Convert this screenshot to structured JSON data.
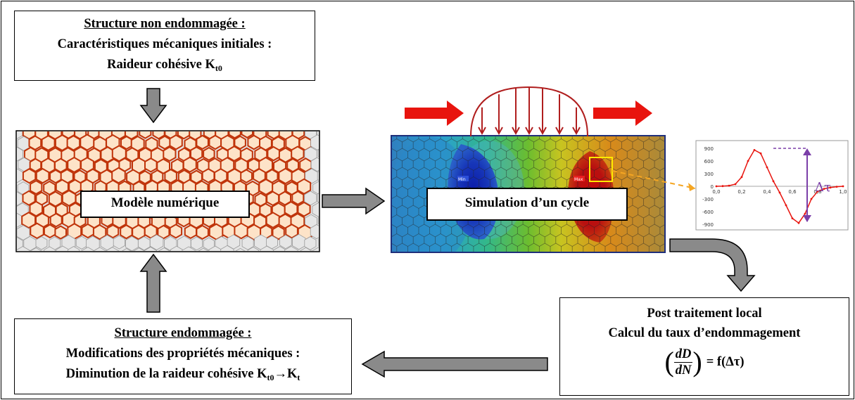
{
  "colors": {
    "mesh_stroke": "#c0340a",
    "mesh_fill": "#fde3c8",
    "arrow_gray": "#8a8a8a",
    "load_red": "#e8140e",
    "load_dark": "#b01e1e",
    "dashed_orange": "#f5a623",
    "delta_purple": "#7b3fa8"
  },
  "box_initial": {
    "title": "Structure non endommagée :",
    "line2": "Caractéristiques mécaniques initiales :",
    "line3_text": "Raideur cohésive K",
    "line3_sub": "t0"
  },
  "model_label": "Modèle numérique",
  "simulation_label": "Simulation d’un cycle",
  "plot_labels": {
    "max": "Max",
    "min": "Min"
  },
  "box_post": {
    "line1": "Post traitement local",
    "line2": "Calcul du taux d’endommagement",
    "formula_num": "dD",
    "formula_den": "dN",
    "formula_rhs": "= f(Δτ)"
  },
  "box_damaged": {
    "title": "Structure endommagée :",
    "line2": "Modifications des propriétés mécaniques :",
    "line3_text": "Diminution de la raideur cohésive K",
    "line3_sub1": "t0",
    "line3_arrow": "→",
    "line3_k": "K",
    "line3_sub2": "t"
  },
  "chart_data": {
    "type": "line",
    "x": [
      0.0,
      0.05,
      0.1,
      0.15,
      0.2,
      0.25,
      0.3,
      0.35,
      0.4,
      0.45,
      0.5,
      0.55,
      0.6,
      0.65,
      0.7,
      0.75,
      0.8,
      0.85,
      0.9,
      0.95,
      1.0
    ],
    "y": [
      0,
      5,
      15,
      50,
      220,
      600,
      860,
      780,
      450,
      120,
      -150,
      -450,
      -760,
      -870,
      -650,
      -300,
      -120,
      -60,
      -30,
      -10,
      0
    ],
    "xticks": [
      "0,0",
      "0,2",
      "0,4",
      "0,6",
      "0,8",
      "1,0"
    ],
    "yticks": [
      "900",
      "600",
      "300",
      "0",
      "-300",
      "-600",
      "-900"
    ],
    "xlim": [
      0,
      1
    ],
    "ylim": [
      -900,
      900
    ],
    "annotation": "Δτ",
    "color": "#e8140e",
    "grid": false
  }
}
